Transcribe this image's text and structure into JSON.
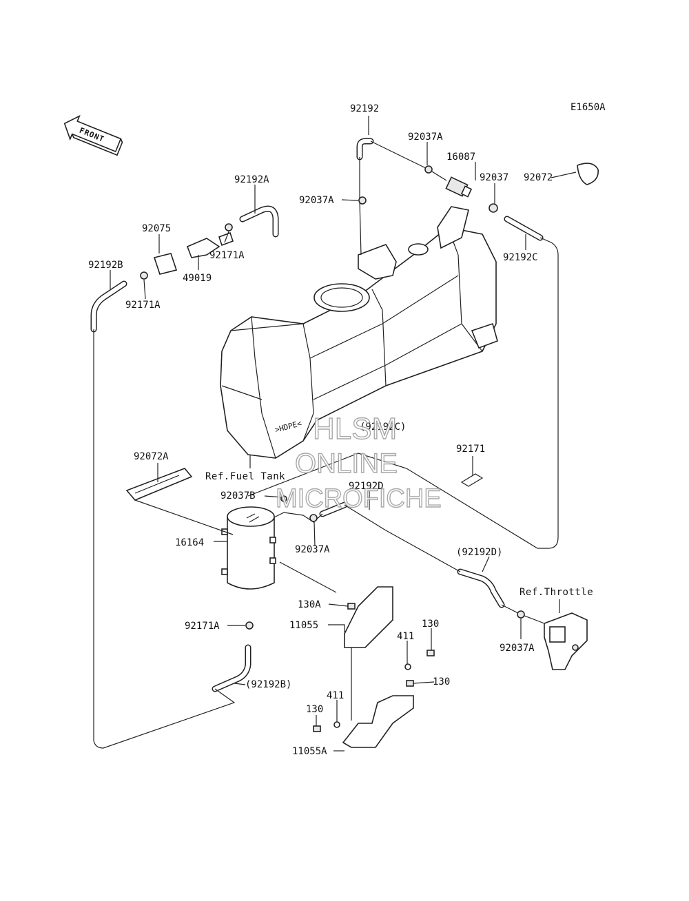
{
  "diagram_code": "E1650A",
  "front_label": "FRONT",
  "watermark": {
    "line1": "HLSM",
    "line2": "ONLINE",
    "line3": "MICROFICHE"
  },
  "references": {
    "fuel_tank": "Ref.Fuel Tank",
    "throttle": "Ref.Throttle"
  },
  "part_labels": {
    "p92192": "92192",
    "p92037A_top": "92037A",
    "p16087": "16087",
    "p92037": "92037",
    "p92072": "92072",
    "p92192A": "92192A",
    "p92037A_left": "92037A",
    "p92075": "92075",
    "p92171A_top": "92171A",
    "p49019": "49019",
    "p92192B": "92192B",
    "p92171A_left": "92171A",
    "p92192C": "92192C",
    "p92192C_paren": "(92192C)",
    "p92171": "92171",
    "p92072A": "92072A",
    "p92037B": "92037B",
    "p92192D": "92192D",
    "p16164": "16164",
    "p92037A_mid": "92037A",
    "p92192D_paren": "(92192D)",
    "p130A": "130A",
    "p11055": "11055",
    "p130_a": "130",
    "p411_a": "411",
    "p92171A_bottom": "92171A",
    "p130_b": "130",
    "p92192B_paren": "(92192B)",
    "p411_b": "411",
    "p130_c": "130",
    "p11055A": "11055A",
    "p92037A_right": "92037A"
  }
}
